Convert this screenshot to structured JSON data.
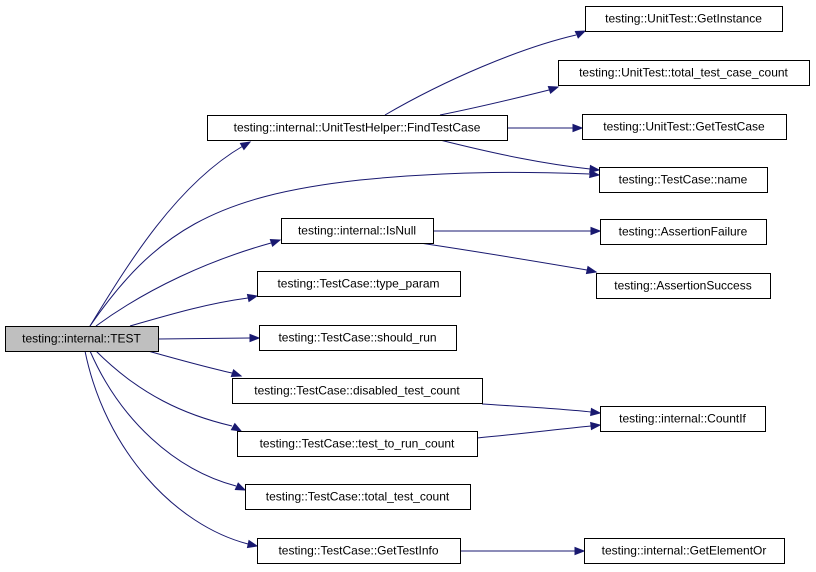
{
  "graph": {
    "edge_color": "#191970",
    "root_fill": "#bfbfbf",
    "nodes": [
      {
        "id": "test",
        "label": "testing::internal::TEST"
      },
      {
        "id": "findtc",
        "label": "testing::internal::UnitTestHelper::FindTestCase"
      },
      {
        "id": "isnull",
        "label": "testing::internal::IsNull"
      },
      {
        "id": "typeparam",
        "label": "testing::TestCase::type_param"
      },
      {
        "id": "shouldrun",
        "label": "testing::TestCase::should_run"
      },
      {
        "id": "disabled",
        "label": "testing::TestCase::disabled_test_count"
      },
      {
        "id": "torun",
        "label": "testing::TestCase::test_to_run_count"
      },
      {
        "id": "total",
        "label": "testing::TestCase::total_test_count"
      },
      {
        "id": "gettestinfo",
        "label": "testing::TestCase::GetTestInfo"
      },
      {
        "id": "getinstance",
        "label": "testing::UnitTest::GetInstance"
      },
      {
        "id": "totaltcc",
        "label": "testing::UnitTest::total_test_case_count"
      },
      {
        "id": "gettestcase",
        "label": "testing::UnitTest::GetTestCase"
      },
      {
        "id": "name",
        "label": "testing::TestCase::name"
      },
      {
        "id": "afail",
        "label": "testing::AssertionFailure"
      },
      {
        "id": "asucc",
        "label": "testing::AssertionSuccess"
      },
      {
        "id": "countif",
        "label": "testing::internal::CountIf"
      },
      {
        "id": "getelemor",
        "label": "testing::internal::GetElementOr"
      }
    ],
    "edges": [
      {
        "from": "test",
        "to": "findtc"
      },
      {
        "from": "test",
        "to": "name"
      },
      {
        "from": "test",
        "to": "isnull"
      },
      {
        "from": "test",
        "to": "typeparam"
      },
      {
        "from": "test",
        "to": "shouldrun"
      },
      {
        "from": "test",
        "to": "disabled"
      },
      {
        "from": "test",
        "to": "torun"
      },
      {
        "from": "test",
        "to": "total"
      },
      {
        "from": "test",
        "to": "gettestinfo"
      },
      {
        "from": "findtc",
        "to": "getinstance"
      },
      {
        "from": "findtc",
        "to": "totaltcc"
      },
      {
        "from": "findtc",
        "to": "gettestcase"
      },
      {
        "from": "findtc",
        "to": "name"
      },
      {
        "from": "isnull",
        "to": "afail"
      },
      {
        "from": "isnull",
        "to": "asucc"
      },
      {
        "from": "disabled",
        "to": "countif"
      },
      {
        "from": "torun",
        "to": "countif"
      },
      {
        "from": "gettestinfo",
        "to": "getelemor"
      }
    ]
  }
}
